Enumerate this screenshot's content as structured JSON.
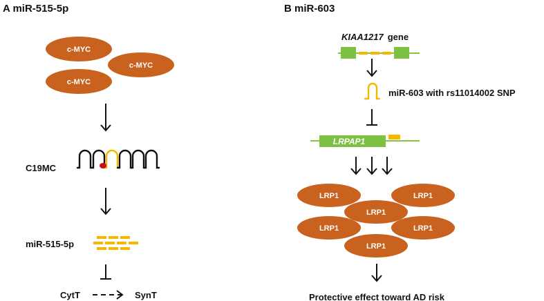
{
  "panel_a": {
    "title": "A  miR-515-5p",
    "myc_label": "c-MYC",
    "cluster_label": "C19MC",
    "mirna_label": "miR-515-5p",
    "cyt_label": "CytT",
    "syn_label": "SynT"
  },
  "panel_b": {
    "title": "B  miR-603",
    "gene_italic": "KIAA1217",
    "gene_suffix": "gene",
    "mirna_label": "miR-603 with rs11014002 SNP",
    "target_label": "LRPAP1",
    "lrp_label": "LRP1",
    "outcome": "Protective effect toward AD risk"
  },
  "colors": {
    "oval": "#c8621e",
    "oval_text": "#ffffff",
    "mirna_yellow": "#f5b800",
    "gene_green": "#8ac43f",
    "exon_green": "#7dc142",
    "snp_red": "#c0141a",
    "line": "#111111"
  }
}
